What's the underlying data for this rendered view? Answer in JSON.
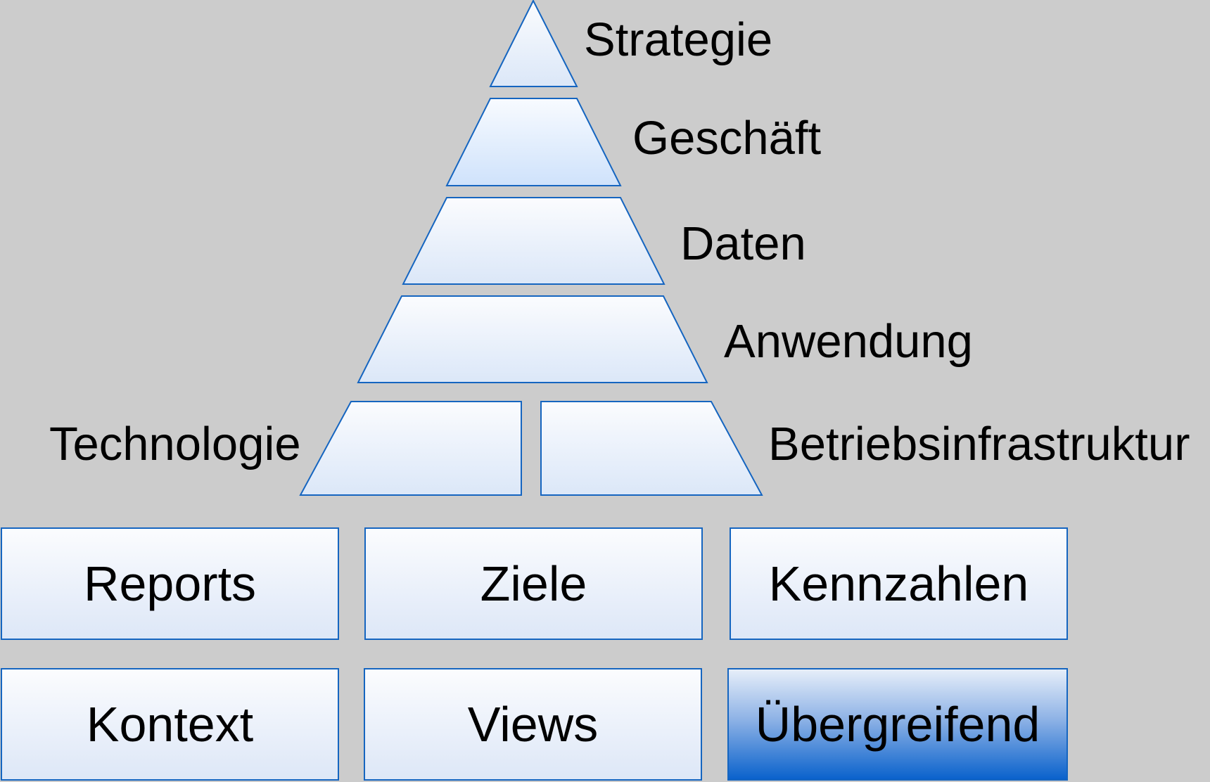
{
  "pyramid": {
    "strategie": "Strategie",
    "geschaeft": "Geschäft",
    "daten": "Daten",
    "anwendung": "Anwendung",
    "technologie": "Technologie",
    "betriebsinfrastruktur": "Betriebsinfrastruktur"
  },
  "views": {
    "reports": "Reports",
    "ziele": "Ziele",
    "kennzahlen": "Kennzahlen",
    "kontext": "Kontext",
    "views": "Views",
    "uebergreifend": "Übergreifend"
  },
  "colors": {
    "background": "#cccccc",
    "outline": "#1565c0",
    "fill_top": "#fbfcfe",
    "fill_bottom": "#dde7f7",
    "selected_fill": "#0a62cc"
  },
  "selected_view": "Übergreifend"
}
